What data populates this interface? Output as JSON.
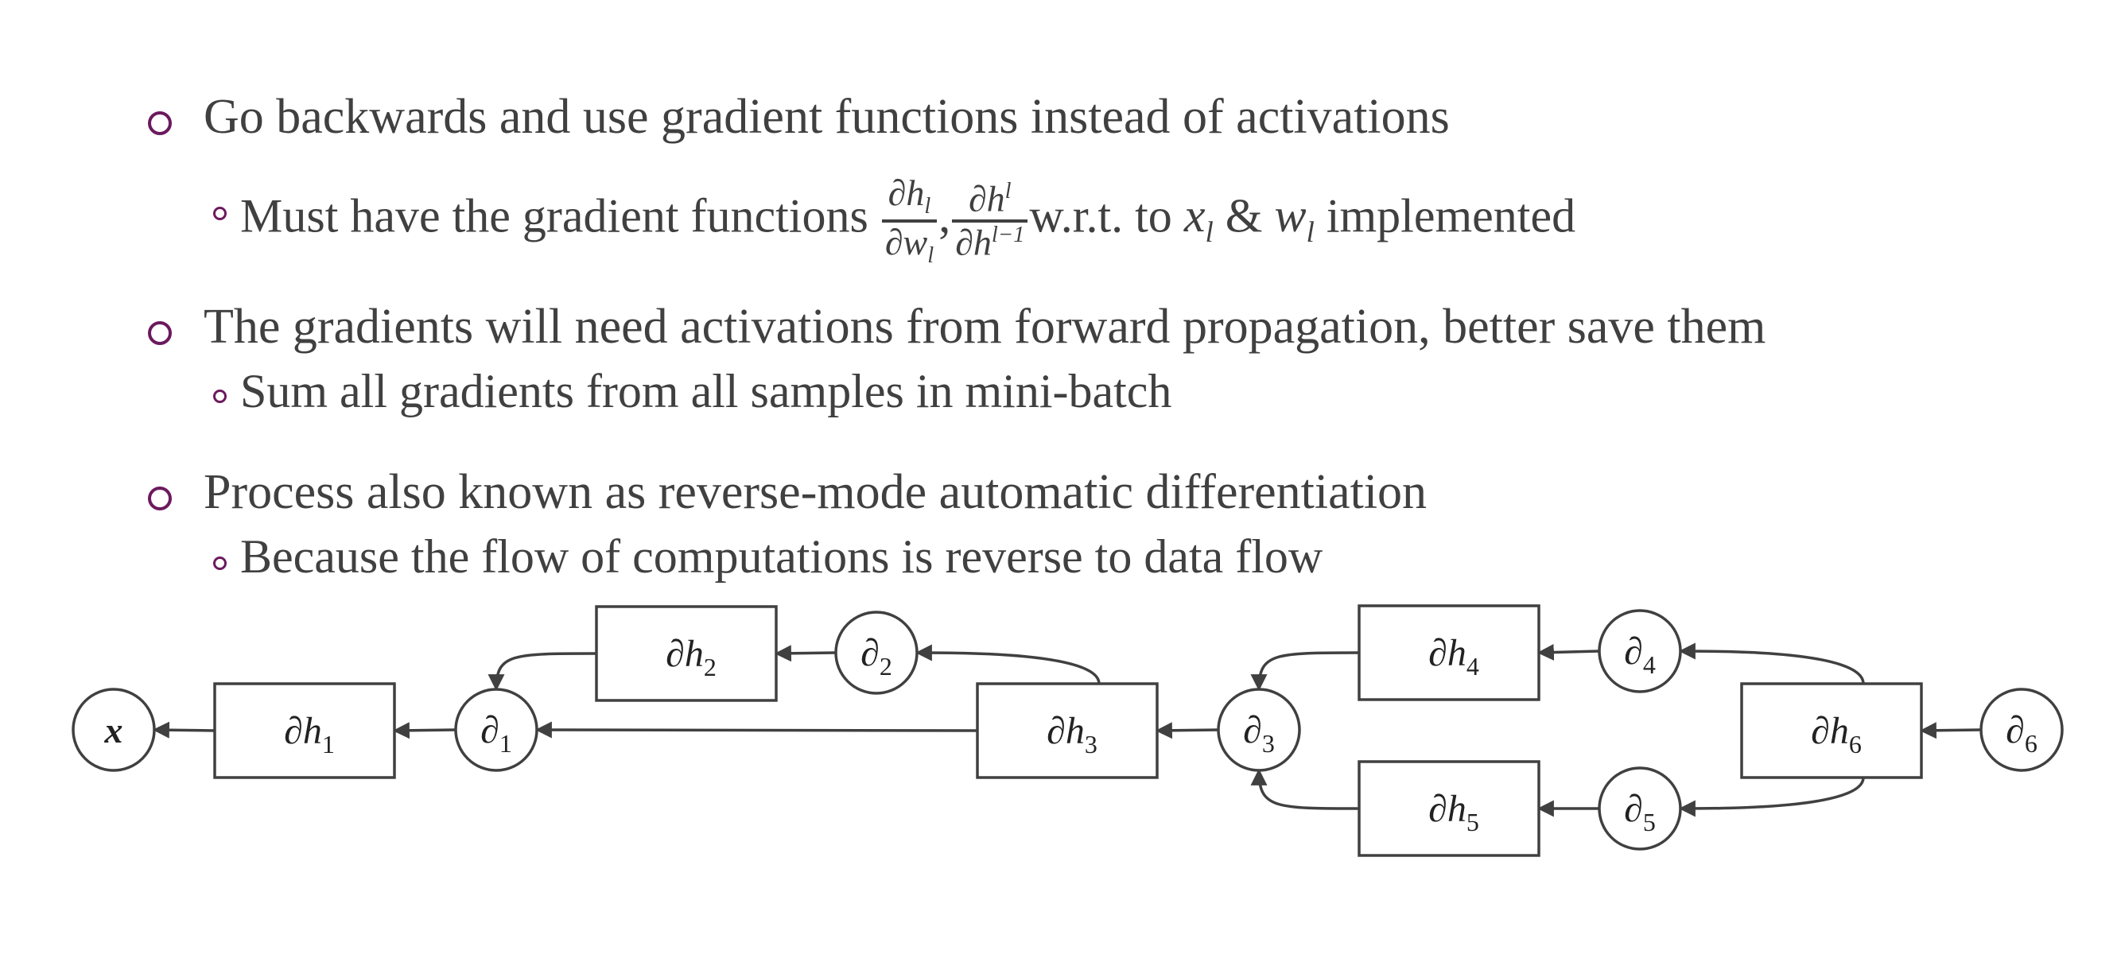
{
  "bullets": [
    {
      "text": "Go backwards and use gradient functions instead of activations",
      "sub": {
        "prefix": "Must have the gradient functions",
        "frac1_num": "∂h",
        "frac1_num_sub": "l",
        "frac1_den": "∂w",
        "frac1_den_sub": "l",
        "comma": ",",
        "frac2_num": "∂h",
        "frac2_num_sup": "l",
        "frac2_den": "∂h",
        "frac2_den_sup": "l−1",
        "middle": "w.r.t. to",
        "var1": "x",
        "var1_sub": "l",
        "amp": "&",
        "var2": "w",
        "var2_sub": "l",
        "suffix": "implemented"
      }
    },
    {
      "text": "The gradients will need activations from forward propagation, better save them",
      "sub": {
        "text": "Sum all gradients from all samples in mini-batch"
      }
    },
    {
      "text": "Process also known as reverse-mode automatic differentiation",
      "sub": {
        "text": "Because the flow of computations is reverse to data flow"
      }
    }
  ],
  "diagram": {
    "nodes": [
      {
        "id": "x",
        "label": "x",
        "sub": "",
        "shape": "circle"
      },
      {
        "id": "dh1",
        "label": "∂h",
        "sub": "1",
        "shape": "box"
      },
      {
        "id": "d1",
        "label": "∂",
        "sub": "1",
        "shape": "circle"
      },
      {
        "id": "dh2",
        "label": "∂h",
        "sub": "2",
        "shape": "box"
      },
      {
        "id": "d2",
        "label": "∂",
        "sub": "2",
        "shape": "circle"
      },
      {
        "id": "dh3",
        "label": "∂h",
        "sub": "3",
        "shape": "box"
      },
      {
        "id": "d3",
        "label": "∂",
        "sub": "3",
        "shape": "circle"
      },
      {
        "id": "dh4",
        "label": "∂h",
        "sub": "4",
        "shape": "box"
      },
      {
        "id": "d4",
        "label": "∂",
        "sub": "4",
        "shape": "circle"
      },
      {
        "id": "dh5",
        "label": "∂h",
        "sub": "5",
        "shape": "box"
      },
      {
        "id": "d5",
        "label": "∂",
        "sub": "5",
        "shape": "circle"
      },
      {
        "id": "dh6",
        "label": "∂h",
        "sub": "6",
        "shape": "box"
      },
      {
        "id": "d6",
        "label": "∂",
        "sub": "6",
        "shape": "circle"
      }
    ],
    "edges": [
      [
        "d6",
        "dh6"
      ],
      [
        "dh6",
        "d4"
      ],
      [
        "dh6",
        "d5"
      ],
      [
        "d4",
        "dh4"
      ],
      [
        "d5",
        "dh5"
      ],
      [
        "dh4",
        "d3"
      ],
      [
        "dh5",
        "d3"
      ],
      [
        "d3",
        "dh3"
      ],
      [
        "dh3",
        "d2"
      ],
      [
        "dh3",
        "d1"
      ],
      [
        "d2",
        "dh2"
      ],
      [
        "dh2",
        "d1"
      ],
      [
        "d1",
        "dh1"
      ],
      [
        "dh1",
        "x"
      ]
    ]
  },
  "colors": {
    "text": "#404040",
    "bullet": "#6b1a5e",
    "stroke": "#404040"
  }
}
